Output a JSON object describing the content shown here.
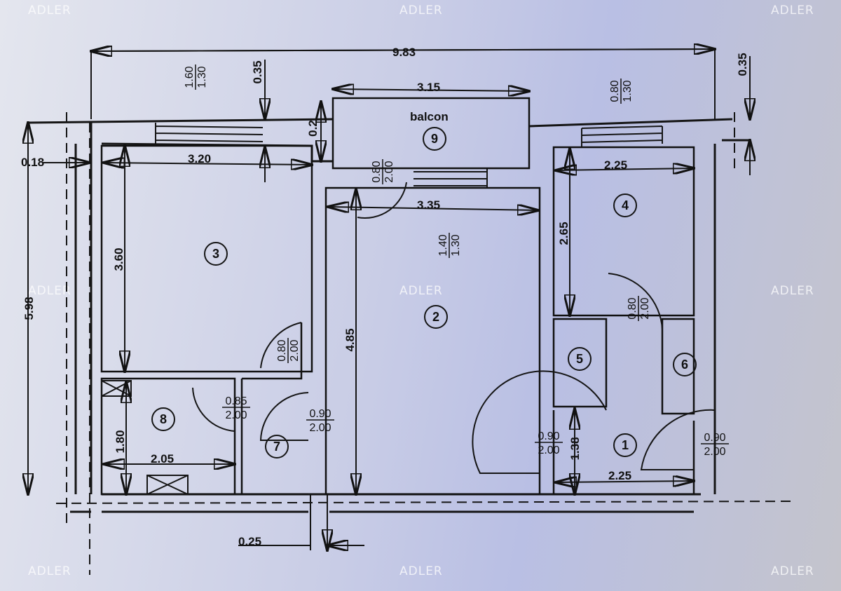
{
  "watermark": "ADLER",
  "rooms": {
    "r1": "1",
    "r2": "2",
    "r3": "3",
    "r4": "4",
    "r5": "5",
    "r6": "6",
    "r7": "7",
    "r8": "8",
    "r9": "9"
  },
  "balcony_label": "balcon",
  "dimensions": {
    "total_width": "9.83",
    "total_depth": "5.98",
    "wall_left": "0.18",
    "offset_top_left": "0.35",
    "offset_top_right": "0.35",
    "balcony_width": "3.15",
    "balcony_offset": "0.2",
    "room3_width": "3.20",
    "room3_depth": "3.60",
    "room2_width": "3.35",
    "room2_depth": "4.85",
    "room4_width": "2.25",
    "room4_depth": "2.65",
    "room8_width": "2.05",
    "room8_depth": "1.80",
    "room1_width": "2.25",
    "room1_depth": "1.38",
    "wall_bottom": "0.25"
  },
  "openings": {
    "win3": {
      "w": "1.60",
      "h": "1.30"
    },
    "win2": {
      "w": "1.40",
      "h": "1.30"
    },
    "win4": {
      "w": "0.80",
      "h": "1.30"
    },
    "door_balcony": {
      "w": "0.80",
      "h": "2.00"
    },
    "door3": {
      "w": "0.80",
      "h": "2.00"
    },
    "door8": {
      "w": "0.85",
      "h": "2.00"
    },
    "door7": {
      "w": "0.90",
      "h": "2.00"
    },
    "door4": {
      "w": "0.80",
      "h": "2.00"
    },
    "door1": {
      "w": "0.90",
      "h": "2.00"
    },
    "door_entry": {
      "w": "0.90",
      "h": "2.00"
    }
  }
}
